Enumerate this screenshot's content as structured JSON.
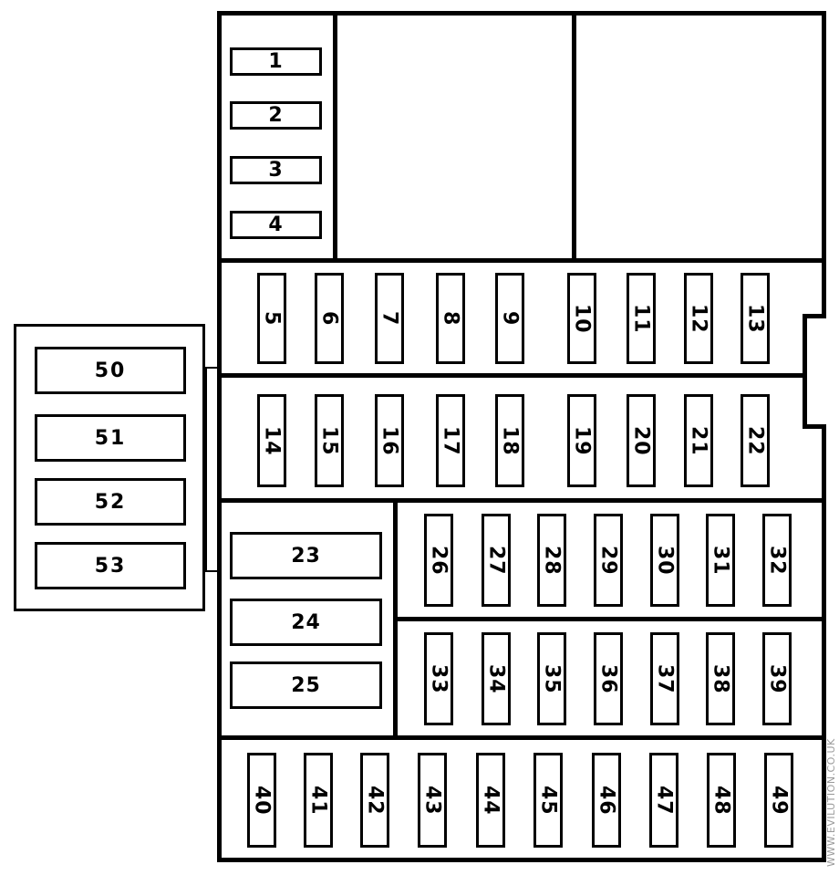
{
  "diagram": {
    "top_fuses": [
      "1",
      "2",
      "3",
      "4"
    ],
    "row1_fuses": [
      "5",
      "6",
      "7",
      "8",
      "9",
      "10",
      "11",
      "12",
      "13"
    ],
    "row2_fuses": [
      "14",
      "15",
      "16",
      "17",
      "18",
      "19",
      "20",
      "21",
      "22"
    ],
    "large_fuses": [
      "23",
      "24",
      "25"
    ],
    "row3_fuses": [
      "26",
      "27",
      "28",
      "29",
      "30",
      "31",
      "32"
    ],
    "row4_fuses": [
      "33",
      "34",
      "35",
      "36",
      "37",
      "38",
      "39"
    ],
    "row5_fuses": [
      "40",
      "41",
      "42",
      "43",
      "44",
      "45",
      "46",
      "47",
      "48",
      "49"
    ],
    "aux_fuses": [
      "50",
      "51",
      "52",
      "53"
    ]
  },
  "watermark": "WWW.EVILUTION.CO.UK"
}
